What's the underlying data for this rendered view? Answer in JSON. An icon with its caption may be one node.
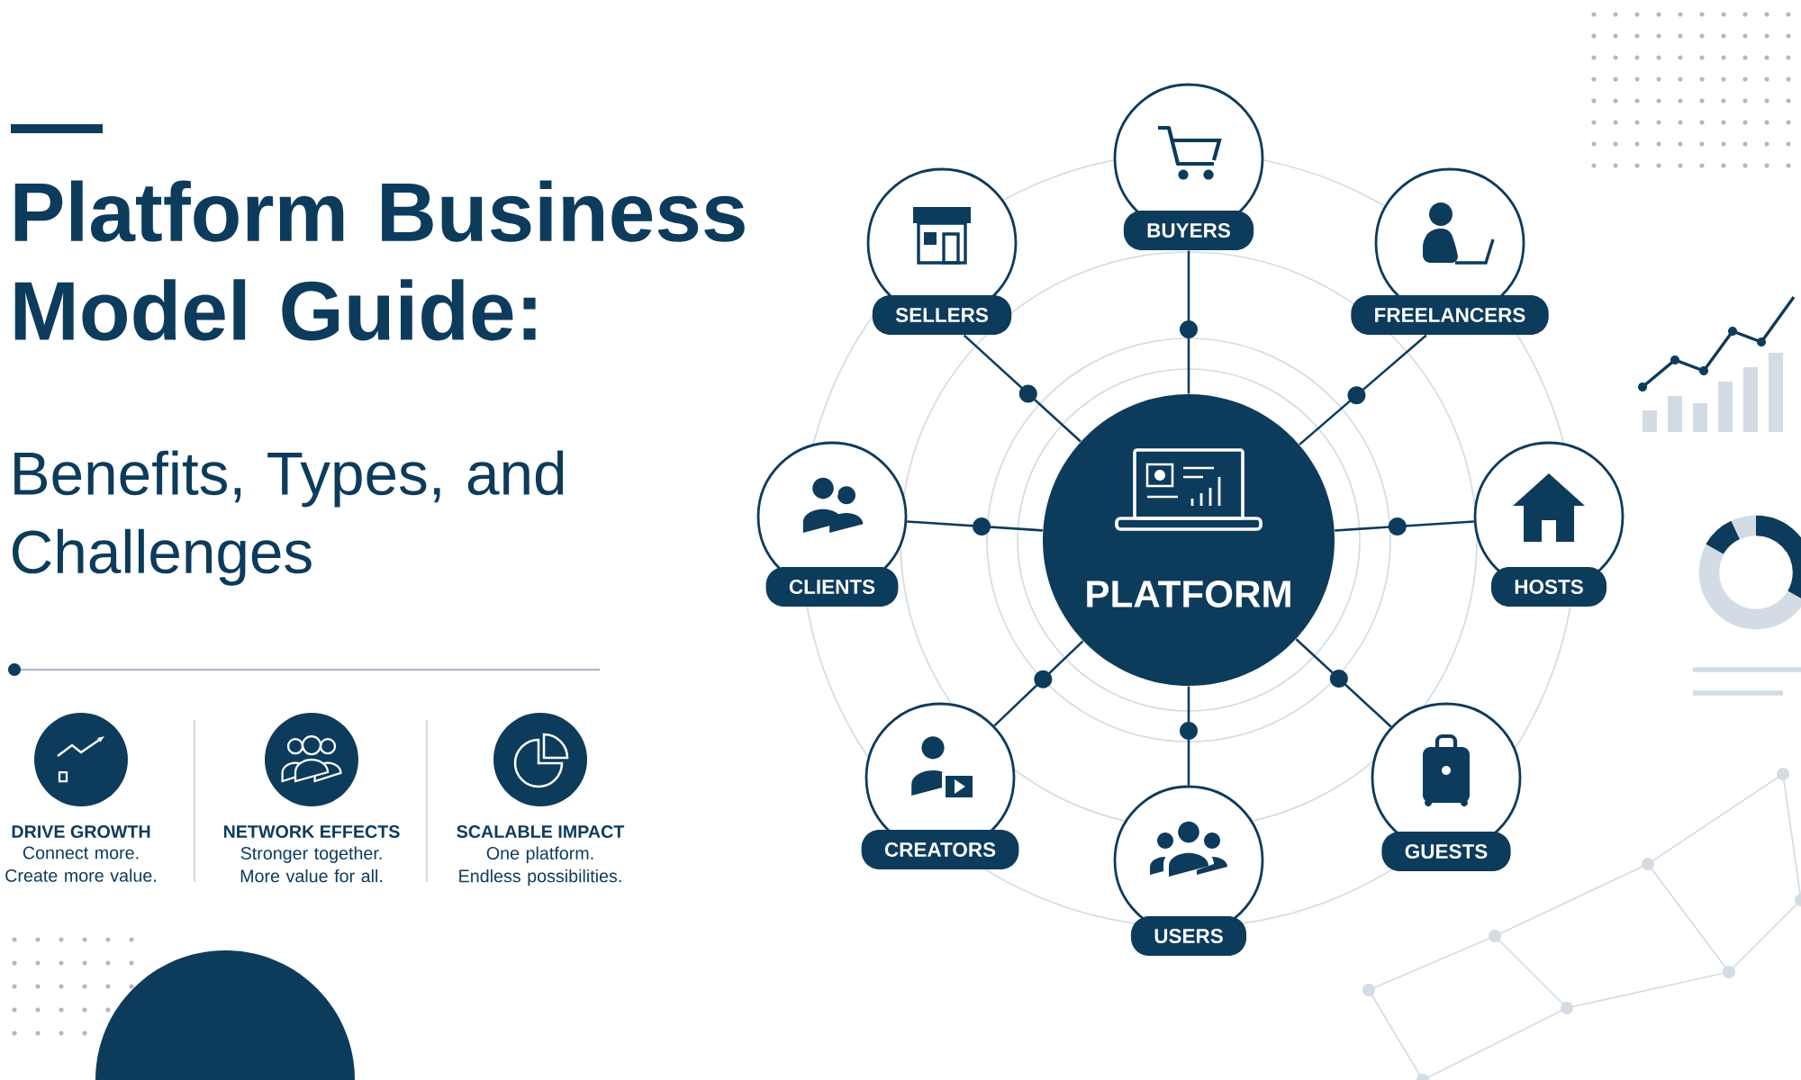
{
  "diagram": {
    "title": "Platform Business Model Guide:",
    "nodes": [
      {
        "text": [
          "PLATFORM"
        ]
      },
      {
        "text": [
          "BUYERS"
        ]
      },
      {
        "text": [
          "SELLERS"
        ]
      },
      {
        "text": [
          "FREELANCERS"
        ]
      },
      {
        "text": [
          "CLIENTS"
        ]
      },
      {
        "text": [
          "HOSTS"
        ]
      },
      {
        "text": [
          "CREATORS"
        ]
      },
      {
        "text": [
          "GUESTS"
        ]
      },
      {
        "text": [
          "USERS"
        ]
      }
    ],
    "edges": [
      {
        "from": 0,
        "to": 1,
        "arrow": "none"
      },
      {
        "from": 0,
        "to": 2,
        "arrow": "none"
      },
      {
        "from": 0,
        "to": 3,
        "arrow": "none"
      },
      {
        "from": 0,
        "to": 4,
        "arrow": "none"
      },
      {
        "from": 0,
        "to": 5,
        "arrow": "none"
      },
      {
        "from": 0,
        "to": 6,
        "arrow": "none"
      },
      {
        "from": 0,
        "to": 7,
        "arrow": "none"
      },
      {
        "from": 0,
        "to": 8,
        "arrow": "none"
      }
    ],
    "labels": [
      "Benefits, Types, and Challenges",
      "DRIVE GROWTH",
      "Connect more. Create more value.",
      "NETWORK EFFECTS",
      "Stronger together. More value for all.",
      "SCALABLE IMPACT",
      "One platform. Endless possibilities."
    ]
  }
}
